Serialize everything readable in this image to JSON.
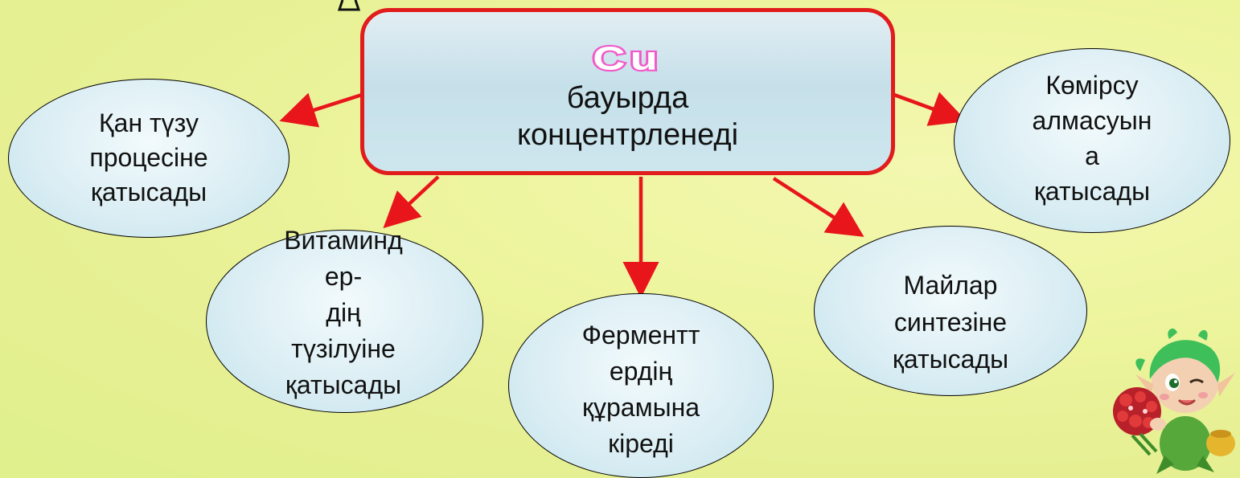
{
  "diagram": {
    "center": {
      "symbol": "Cu",
      "lines": [
        "бауырда",
        "концентрленеді"
      ]
    },
    "nodes": [
      {
        "id": "blood",
        "lines": [
          "Қан түзу",
          "процесіне",
          "қатысады"
        ]
      },
      {
        "id": "vitamins",
        "lines": [
          "Витаминд",
          "ер-",
          "дің",
          "түзілуіне",
          "қатысады"
        ]
      },
      {
        "id": "enzymes",
        "lines": [
          "Ферментт",
          "ердің",
          "құрамына",
          "кіреді"
        ]
      },
      {
        "id": "fats",
        "lines": [
          "Майлар",
          "синтезіне",
          "қатысады"
        ]
      },
      {
        "id": "carbs",
        "lines": [
          "Көмірсу",
          "алмасуын",
          "а",
          "қатысады"
        ]
      }
    ],
    "colors": {
      "arrow": "#e8151b",
      "box_border": "#e11c1c",
      "symbol_outline": "#f25ac9"
    }
  }
}
